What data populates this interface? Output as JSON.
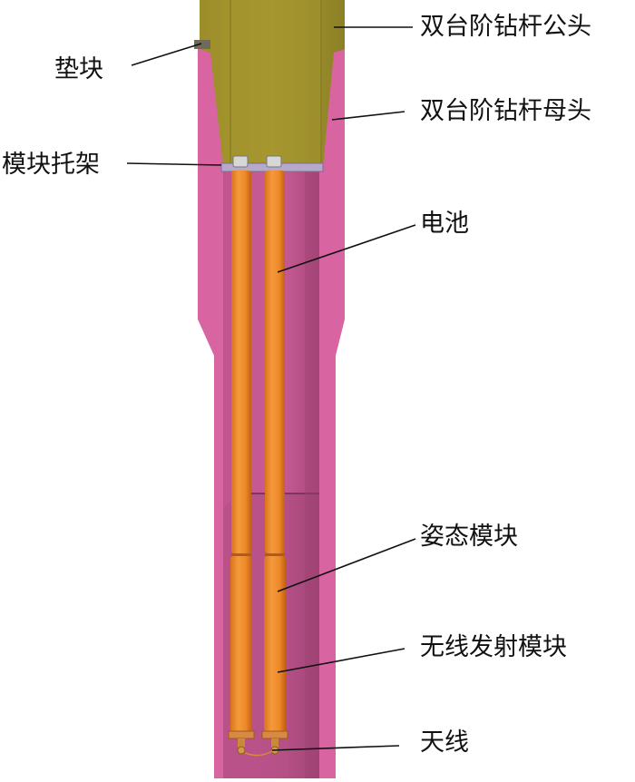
{
  "labels": {
    "pin": "双台阶钻杆公头",
    "pad": "垫块",
    "box": "双台阶钻杆母头",
    "bracket": "模块托架",
    "battery": "电池",
    "attitude": "姿态模块",
    "wireless": "无线发射模块",
    "antenna": "天线"
  },
  "colors": {
    "pipe_pink": "#d865a2",
    "pipe_inner": "#c75a93",
    "pipe_shadow": "#a8487b",
    "pin_olive": "#a8992f",
    "pin_dark": "#8c8026",
    "battery_orange": "#f08a2a",
    "battery_dark": "#c86414",
    "leader_line": "#111111"
  }
}
